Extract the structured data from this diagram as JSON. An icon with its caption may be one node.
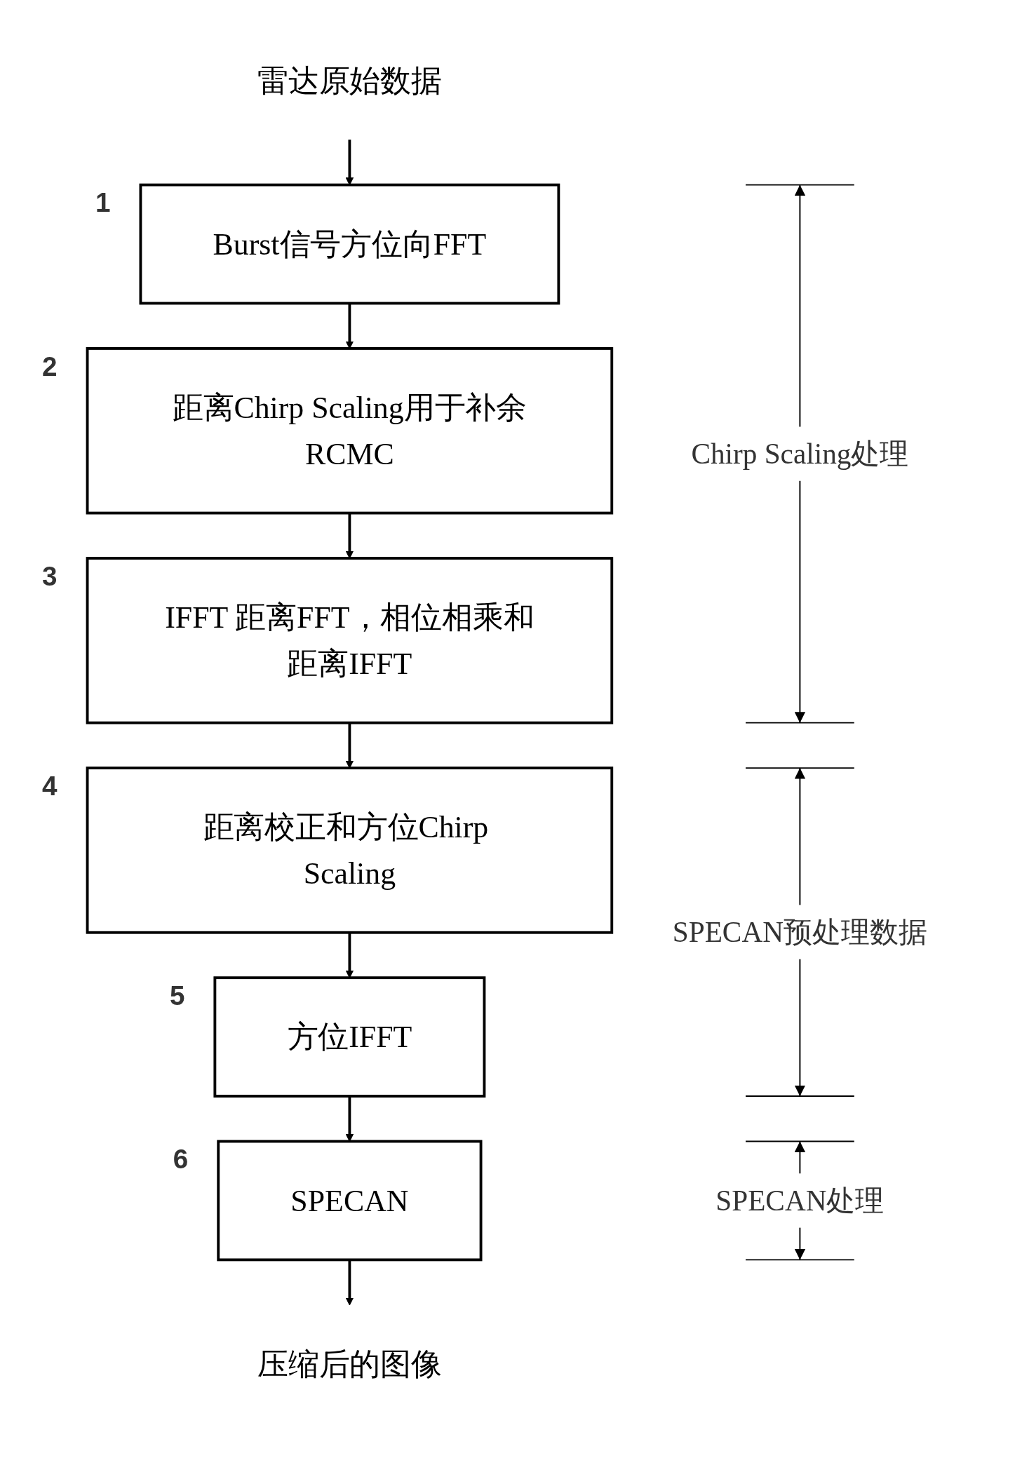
{
  "diagram": {
    "nodes": [
      {
        "text": [
          "雷达原始数据"
        ]
      },
      {
        "text": [
          "Burst信号方位向FFT"
        ],
        "beside": [
          "1"
        ]
      },
      {
        "text": [
          "距离Chirp Scaling用于补余RCMC"
        ],
        "beside": [
          "2"
        ]
      },
      {
        "text": [
          "IFFT 距离FFT，相位相乘和距离IFFT"
        ],
        "beside": [
          "3"
        ]
      },
      {
        "text": [
          "距离校正和方位Chirp Scaling"
        ],
        "beside": [
          "4"
        ]
      },
      {
        "text": [
          "方位IFFT"
        ],
        "beside": [
          "5"
        ]
      },
      {
        "text": [
          "SPECAN"
        ],
        "beside": [
          "6"
        ]
      },
      {
        "text": [
          "压缩后的图像"
        ]
      }
    ],
    "edges": [
      {
        "from": 0,
        "to": 1,
        "arrow": "to"
      },
      {
        "from": 1,
        "to": 2,
        "arrow": "to"
      },
      {
        "from": 2,
        "to": 3,
        "arrow": "to"
      },
      {
        "from": 3,
        "to": 4,
        "arrow": "to"
      },
      {
        "from": 4,
        "to": 5,
        "arrow": "to"
      },
      {
        "from": 5,
        "to": 6,
        "arrow": "to"
      },
      {
        "from": 6,
        "to": 7,
        "arrow": "to"
      }
    ],
    "labels": [
      "Chirp Scaling处理",
      "SPECAN预处理数据",
      "SPECAN处理"
    ]
  }
}
